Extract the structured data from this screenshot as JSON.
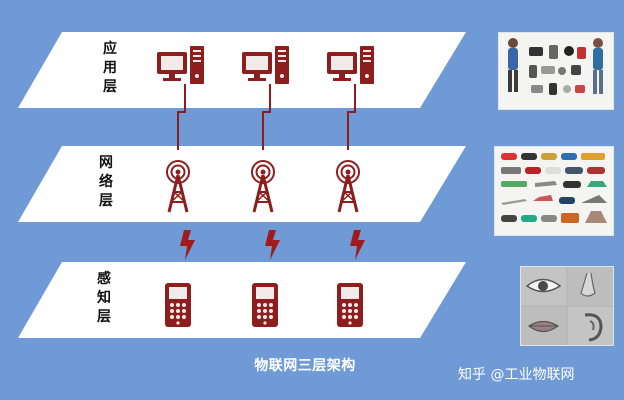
{
  "layers": [
    {
      "label": "应用层"
    },
    {
      "label": "网络层"
    },
    {
      "label": "感知层"
    }
  ],
  "caption": "物联网三层架构",
  "watermark": "知乎 @工业物联网",
  "colors": {
    "background": "#6f9ad6",
    "layer_fill": "#ffffff",
    "device": "#8e1d1d",
    "wire": "#8e1d1d",
    "lightning": "#a01c1c"
  },
  "icons": {
    "application": "computer-icon",
    "network": "radio-tower-icon",
    "perception": "mobile-terminal-icon",
    "link": "lightning-bolt-icon"
  },
  "side_panels": [
    {
      "name": "people-and-electronics-panel"
    },
    {
      "name": "vehicles-panel"
    },
    {
      "name": "human-senses-panel"
    }
  ]
}
